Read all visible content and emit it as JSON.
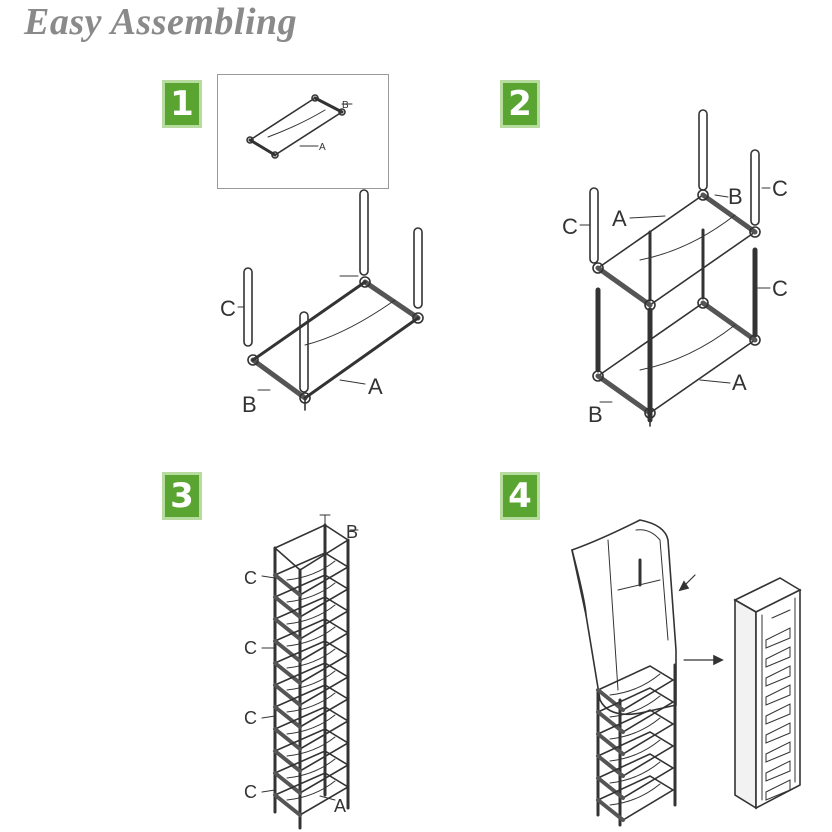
{
  "header": {
    "title": "Easy Assembling"
  },
  "steps": [
    {
      "number": "1"
    },
    {
      "number": "2"
    },
    {
      "number": "3"
    },
    {
      "number": "4"
    }
  ],
  "parts": {
    "a": "A",
    "b": "B",
    "c": "C"
  },
  "colors": {
    "badge": "#5aa531",
    "badge_border": "#b8dba0",
    "title": "#8a8a8a",
    "line": "#333333"
  }
}
